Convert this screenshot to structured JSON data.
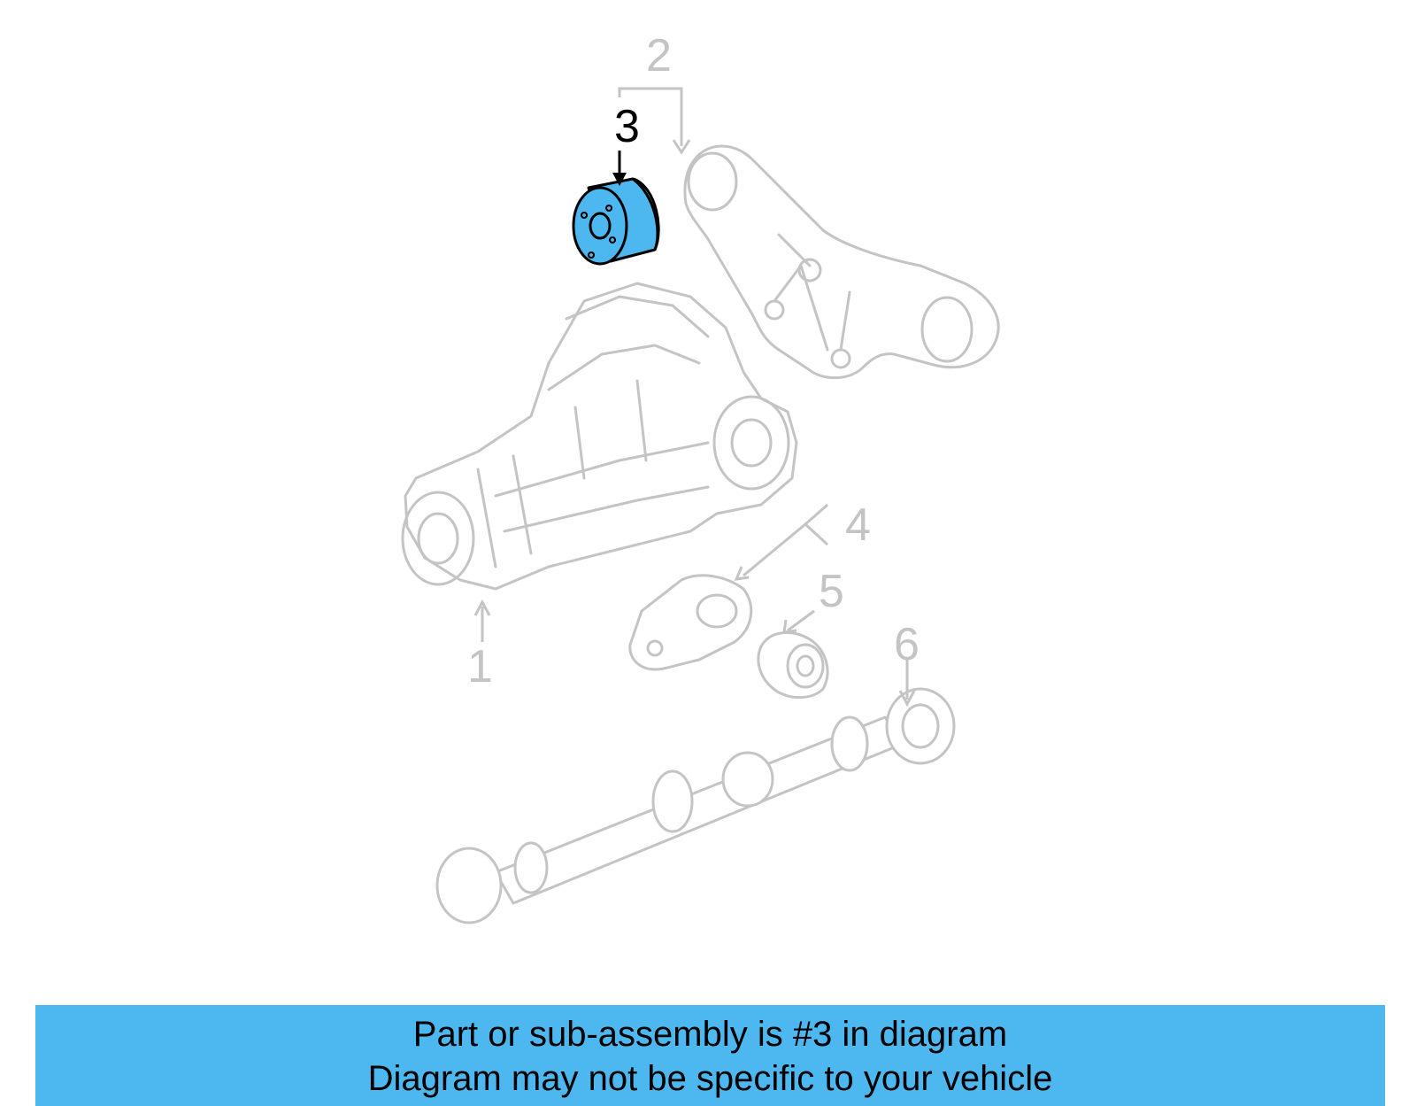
{
  "diagram": {
    "callouts": [
      {
        "number": "1",
        "highlighted": false
      },
      {
        "number": "2",
        "highlighted": false
      },
      {
        "number": "3",
        "highlighted": true
      },
      {
        "number": "4",
        "highlighted": false
      },
      {
        "number": "5",
        "highlighted": false
      },
      {
        "number": "6",
        "highlighted": false
      }
    ],
    "highlight_color": "#4db8ef",
    "outline_color": "#c4c4c4"
  },
  "banner": {
    "line1": "Part or sub-assembly is #3 in diagram",
    "line2": "Diagram may not be specific to your vehicle",
    "background": "#4db8ef"
  }
}
